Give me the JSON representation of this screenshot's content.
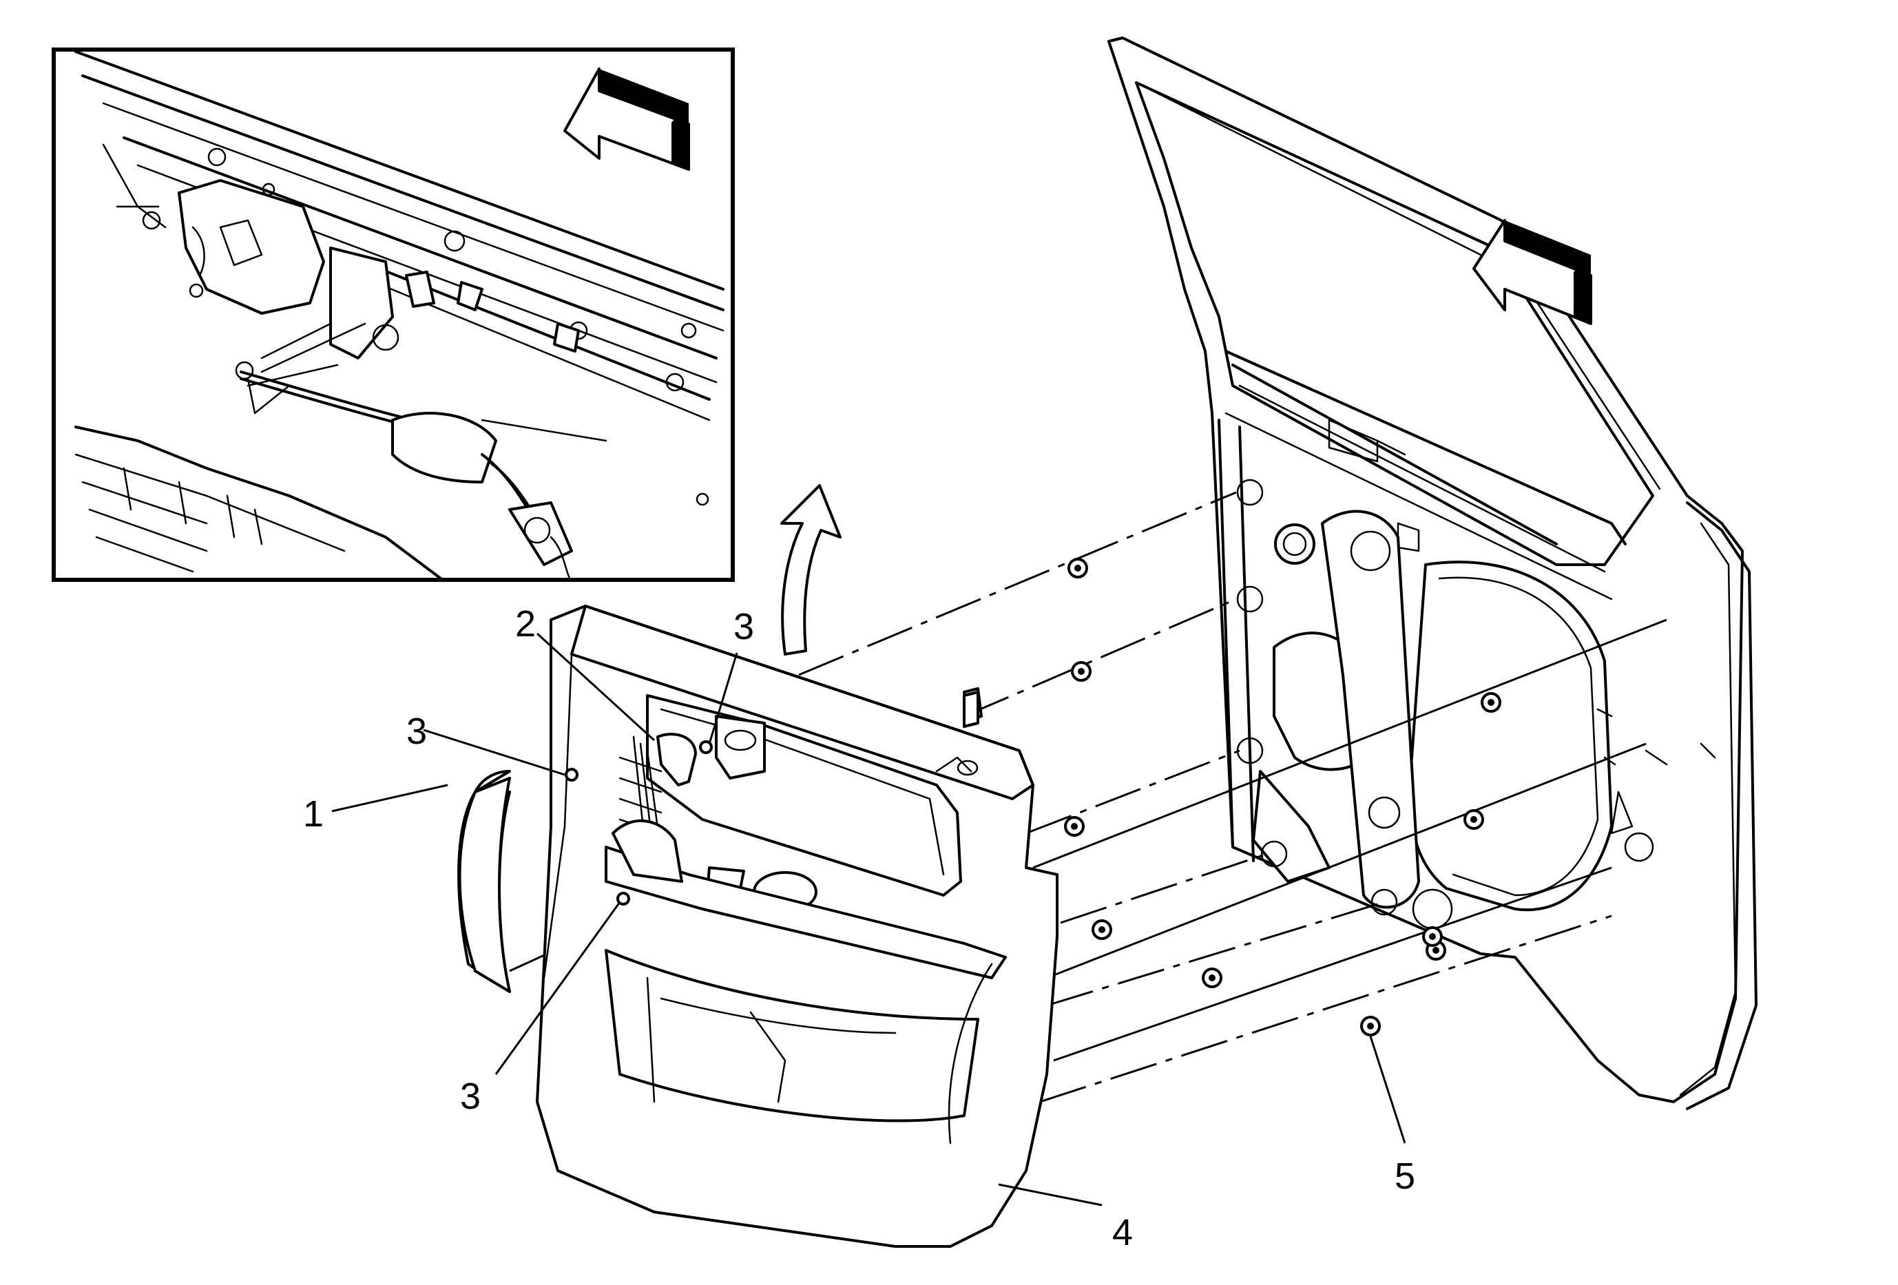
{
  "callouts": {
    "c1": "1",
    "c2": "2",
    "c3a": "3",
    "c3b": "3",
    "c3c": "3",
    "c4": "4",
    "c5": "5"
  },
  "icons": {
    "inset_direction_arrow": "front-direction-arrow-icon",
    "main_direction_arrow": "front-direction-arrow-icon",
    "removal_arrow": "curved-arrow-icon"
  },
  "colors": {
    "line": "#000000",
    "background": "#ffffff"
  }
}
